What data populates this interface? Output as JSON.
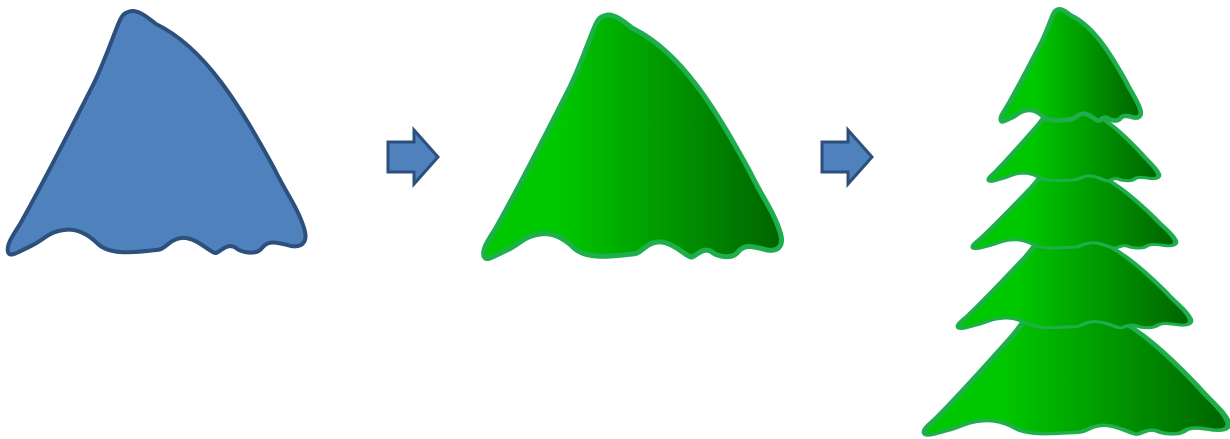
{
  "diagram": {
    "stages": [
      {
        "name": "plain-blue-shape",
        "fill": "#4F81BD",
        "stroke": "#2C4F7C"
      },
      {
        "name": "green-gradient-shape",
        "gradient_light": "#00C800",
        "gradient_dark": "#006400",
        "stroke": "#1FAE4C"
      },
      {
        "name": "stacked-tree",
        "layers": 5,
        "gradient_light": "#00C800",
        "gradient_dark": "#006400",
        "stroke": "#1FAE4C"
      }
    ],
    "arrow_color": "#4F81BD",
    "arrow_stroke": "#2C4F7C",
    "arrows": 2
  }
}
